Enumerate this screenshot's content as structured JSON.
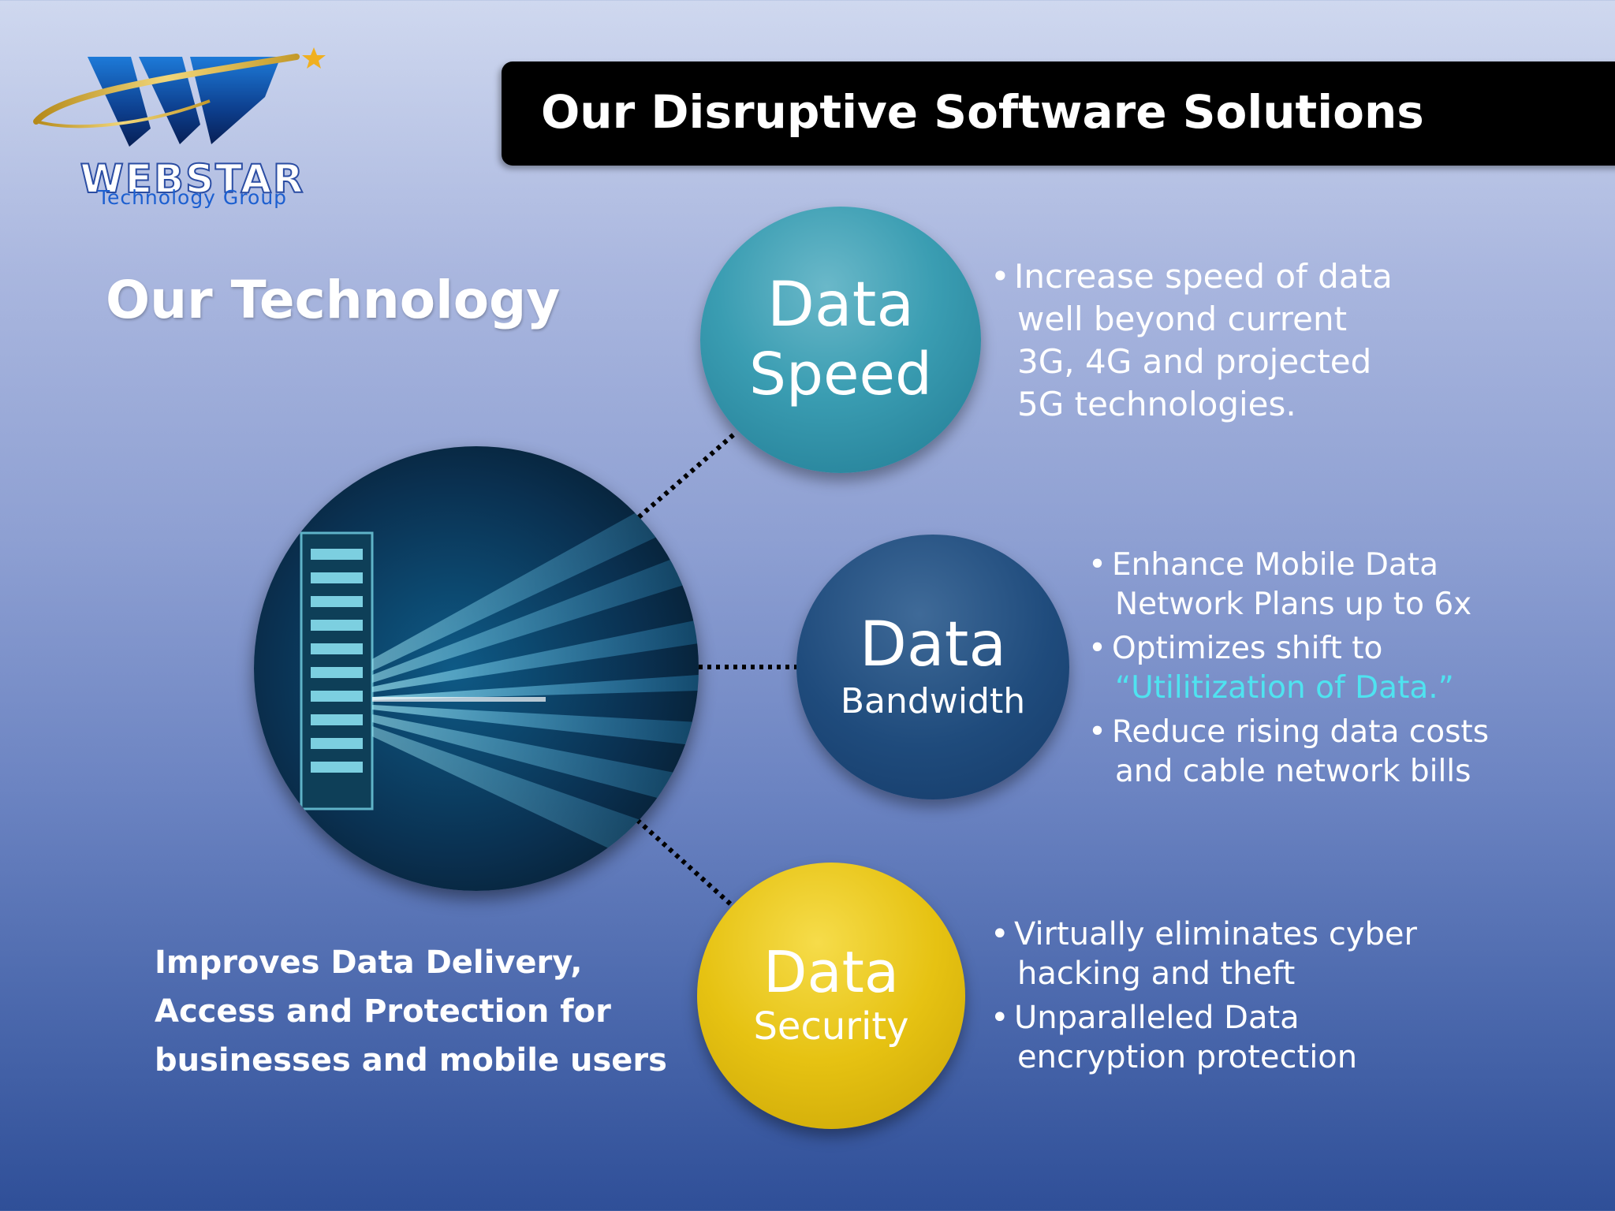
{
  "logo": {
    "name": "WEBSTAR",
    "subtitle": "Technology Group"
  },
  "title": "Our Disruptive Software Solutions",
  "heading": "Our Technology",
  "tagline": [
    "Improves Data Delivery,",
    "Access and Protection for",
    "businesses and mobile users"
  ],
  "circles": {
    "speed": {
      "line1": "Data",
      "line2": "Speed",
      "color": "#3a9db2"
    },
    "bandwidth": {
      "line1": "Data",
      "line2": "Bandwidth",
      "color": "#1f4b7c"
    },
    "security": {
      "line1": "Data",
      "line2": "Security",
      "color": "#e6c212"
    }
  },
  "bullets": {
    "speed": [
      "Increase speed of data",
      "well beyond current",
      "3G, 4G and projected",
      "5G technologies."
    ],
    "bandwidth": {
      "b1_line1": "Enhance Mobile Data",
      "b1_line2": "Network Plans up to 6x",
      "b2_line1": "Optimizes shift to",
      "b2_line2": "“Utilitization of Data.”",
      "b3_line1": "Reduce rising data costs",
      "b3_line2": "and cable network bills"
    },
    "security": {
      "b1_line1": "Virtually eliminates cyber",
      "b1_line2": "hacking and theft",
      "b2_line1": "Unparalleled Data",
      "b2_line2": "encryption protection"
    }
  },
  "colors": {
    "accent_cyan": "#4fe3f0",
    "title_bar": "#000000"
  }
}
